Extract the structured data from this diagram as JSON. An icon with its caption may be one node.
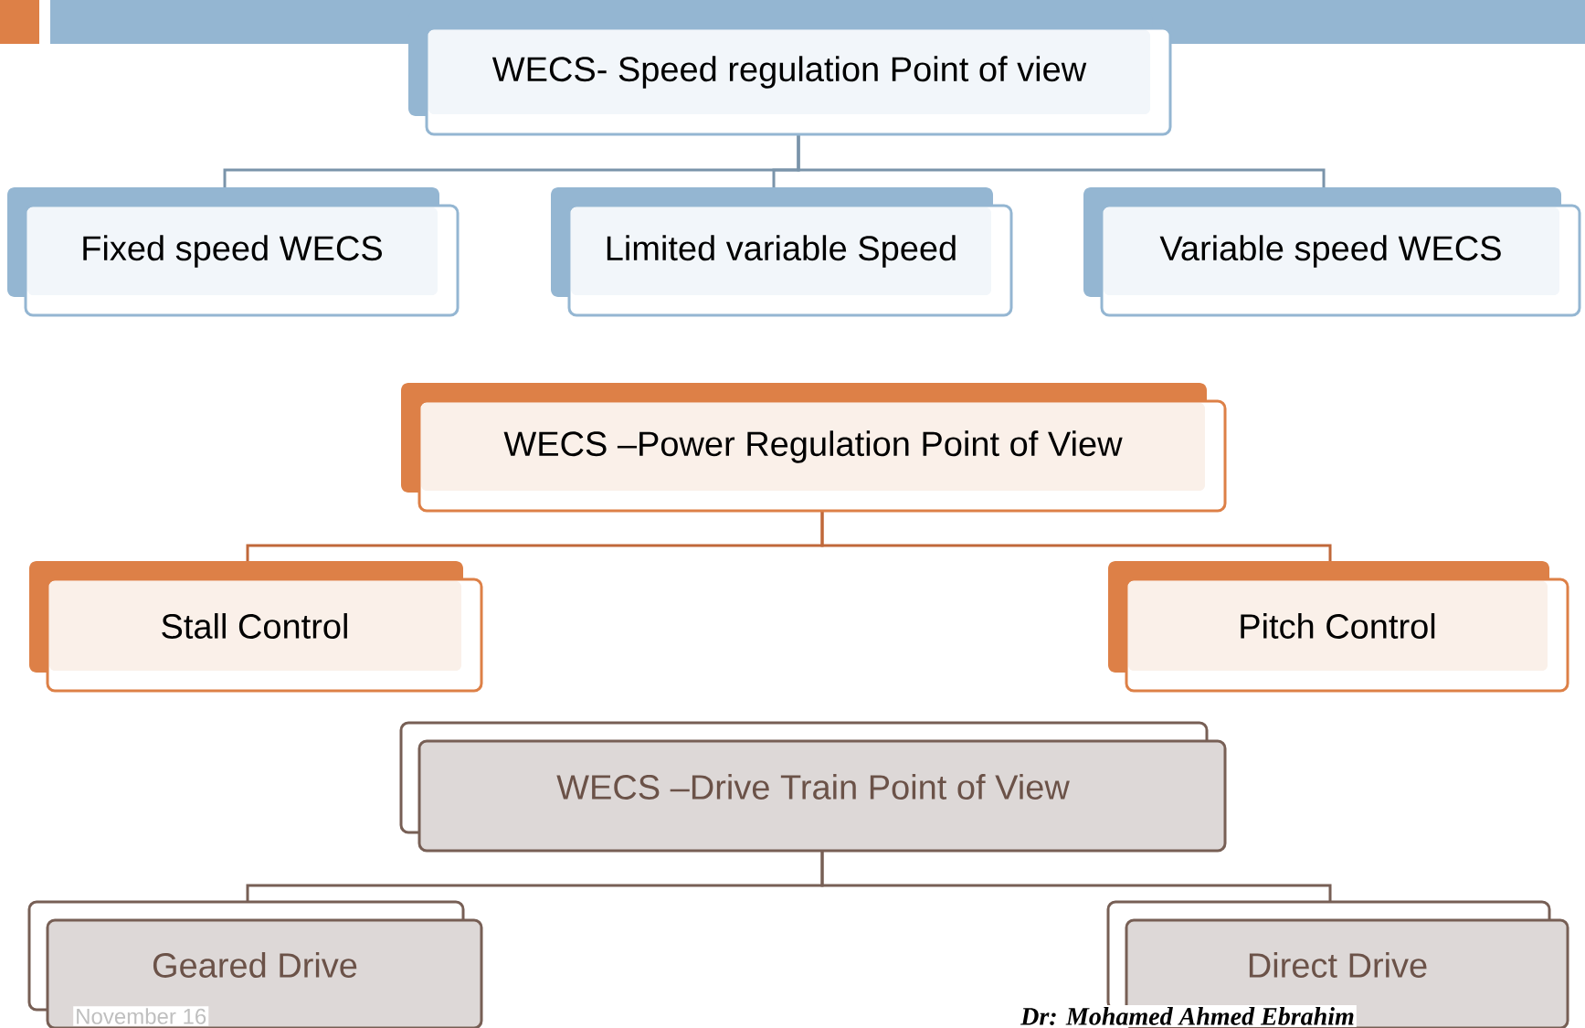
{
  "diagram": {
    "nodes": [
      {
        "text": [
          "WECS- Speed regulation Point of view"
        ]
      },
      {
        "text": [
          "Fixed speed WECS"
        ]
      },
      {
        "text": [
          "Limited variable Speed"
        ]
      },
      {
        "text": [
          "Variable speed WECS"
        ]
      },
      {
        "text": [
          "WECS –Power Regulation Point of View"
        ]
      },
      {
        "text": [
          "Stall Control"
        ]
      },
      {
        "text": [
          "Pitch Control"
        ]
      },
      {
        "text": [
          "WECS –Drive Train Point of View"
        ]
      },
      {
        "text": [
          "Geared Drive"
        ]
      },
      {
        "text": [
          "Direct Drive"
        ]
      }
    ],
    "edges": [
      {
        "from": 0,
        "to": 1,
        "arrow": "none",
        "color": "#7a94aa"
      },
      {
        "from": 0,
        "to": 2,
        "arrow": "none",
        "color": "#7a94aa"
      },
      {
        "from": 0,
        "to": 3,
        "arrow": "none",
        "color": "#7a94aa"
      },
      {
        "from": 4,
        "to": 5,
        "arrow": "none",
        "color": "#c0683a"
      },
      {
        "from": 4,
        "to": 6,
        "arrow": "none",
        "color": "#c0683a"
      },
      {
        "from": 7,
        "to": 8,
        "arrow": "none",
        "color": "#775f55"
      },
      {
        "from": 7,
        "to": 9,
        "arrow": "none",
        "color": "#775f55"
      }
    ],
    "labels": [
      "November 16",
      "Dr: Mohamed Ahmed Ebrahim"
    ]
  }
}
